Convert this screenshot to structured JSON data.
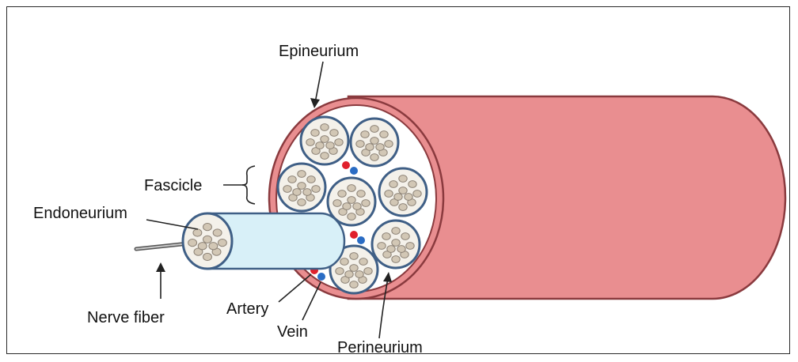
{
  "labels": {
    "epineurium": "Epineurium",
    "fascicle": "Fascicle",
    "endoneurium": "Endoneurium",
    "nerve_fiber": "Nerve fiber",
    "artery": "Artery",
    "vein": "Vein",
    "perineurium": "Perineurium"
  },
  "colors": {
    "nerve_body": "#e98e90",
    "nerve_outline": "#8a3a3e",
    "cross_section": "#ffffff",
    "fascicle_ring": "#3f5f86",
    "fascicle_inner": "#f4f1ea",
    "axon_fill": "#d2c7b5",
    "axon_stroke": "#8c8276",
    "endoneurium_tube": "#d8f0f8",
    "artery": "#e0202c",
    "vein": "#2a6cc4"
  }
}
